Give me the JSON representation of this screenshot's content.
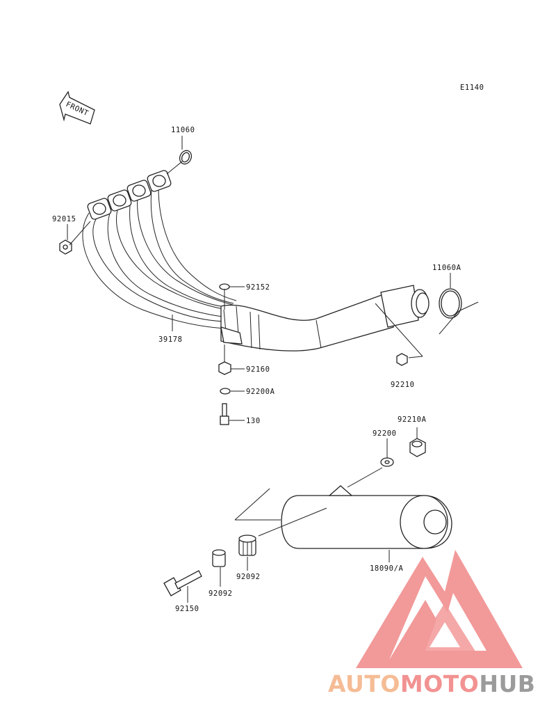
{
  "diagram": {
    "code": "E1140",
    "front_label": "FRONT",
    "parts": [
      {
        "id": "11060",
        "label": "11060"
      },
      {
        "id": "92015",
        "label": "92015"
      },
      {
        "id": "92152",
        "label": "92152"
      },
      {
        "id": "39178",
        "label": "39178"
      },
      {
        "id": "92160",
        "label": "92160"
      },
      {
        "id": "92200A",
        "label": "92200A"
      },
      {
        "id": "130",
        "label": "130"
      },
      {
        "id": "11060A",
        "label": "11060A"
      },
      {
        "id": "92210",
        "label": "92210"
      },
      {
        "id": "92210A",
        "label": "92210A"
      },
      {
        "id": "92200",
        "label": "92200"
      },
      {
        "id": "18090A",
        "label": "18090/A"
      },
      {
        "id": "92092a",
        "label": "92092"
      },
      {
        "id": "92092b",
        "label": "92092"
      },
      {
        "id": "92150",
        "label": "92150"
      }
    ]
  },
  "watermark": {
    "part1": "AUTO",
    "part2": "MOTO",
    "part3": "HUB",
    "colors": {
      "auto": "#f4b183",
      "moto": "#f08080",
      "hub": "#8a8a8a",
      "logo": "#f08080"
    }
  }
}
